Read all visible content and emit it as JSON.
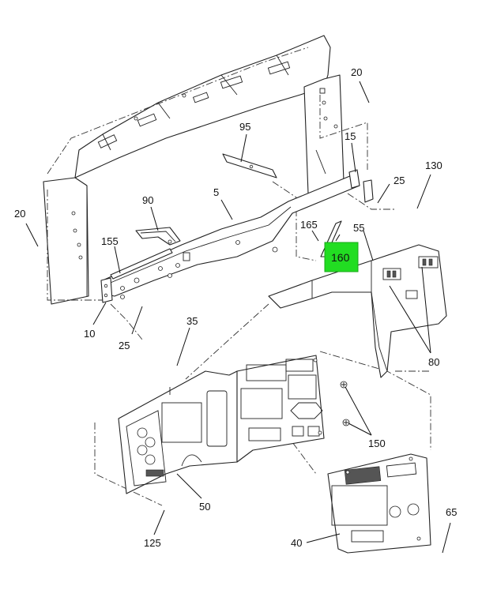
{
  "callouts": {
    "c20_top": "20",
    "c95": "95",
    "c15": "15",
    "c130": "130",
    "c20_left": "20",
    "c90": "90",
    "c5": "5",
    "c25_right": "25",
    "c165": "165",
    "c55": "55",
    "c155": "155",
    "c160": "160",
    "c10": "10",
    "c25_bottom": "25",
    "c35": "35",
    "c80": "80",
    "c150": "150",
    "c50": "50",
    "c65": "65",
    "c40": "40",
    "c125": "125"
  },
  "highlight": {
    "label": "160",
    "color": "#22dd22"
  }
}
